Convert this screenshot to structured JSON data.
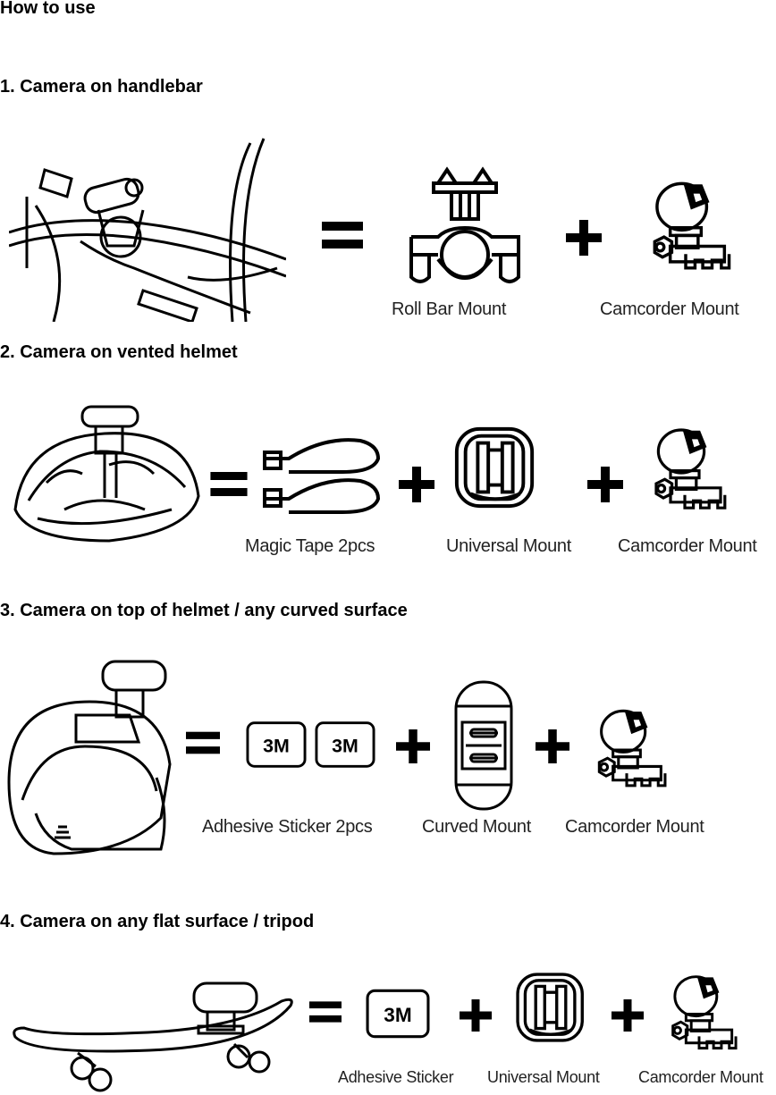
{
  "page_title": "How to use",
  "sections": [
    {
      "heading": "1. Camera on handlebar",
      "parts": [
        "Roll Bar Mount",
        "Camcorder Mount"
      ]
    },
    {
      "heading": "2. Camera on vented helmet",
      "parts": [
        "Magic Tape 2pcs",
        "Universal Mount",
        "Camcorder Mount"
      ]
    },
    {
      "heading": "3. Camera on top of helmet / any curved surface",
      "parts": [
        "Adhesive Sticker 2pcs",
        "Curved Mount",
        "Camcorder Mount"
      ]
    },
    {
      "heading": "4. Camera on any flat surface / tripod",
      "parts": [
        "Adhesive Sticker",
        "Universal Mount",
        "Camcorder Mount"
      ]
    }
  ],
  "sticker_text": "3M",
  "symbols": {
    "equals": "=",
    "plus": "+"
  }
}
